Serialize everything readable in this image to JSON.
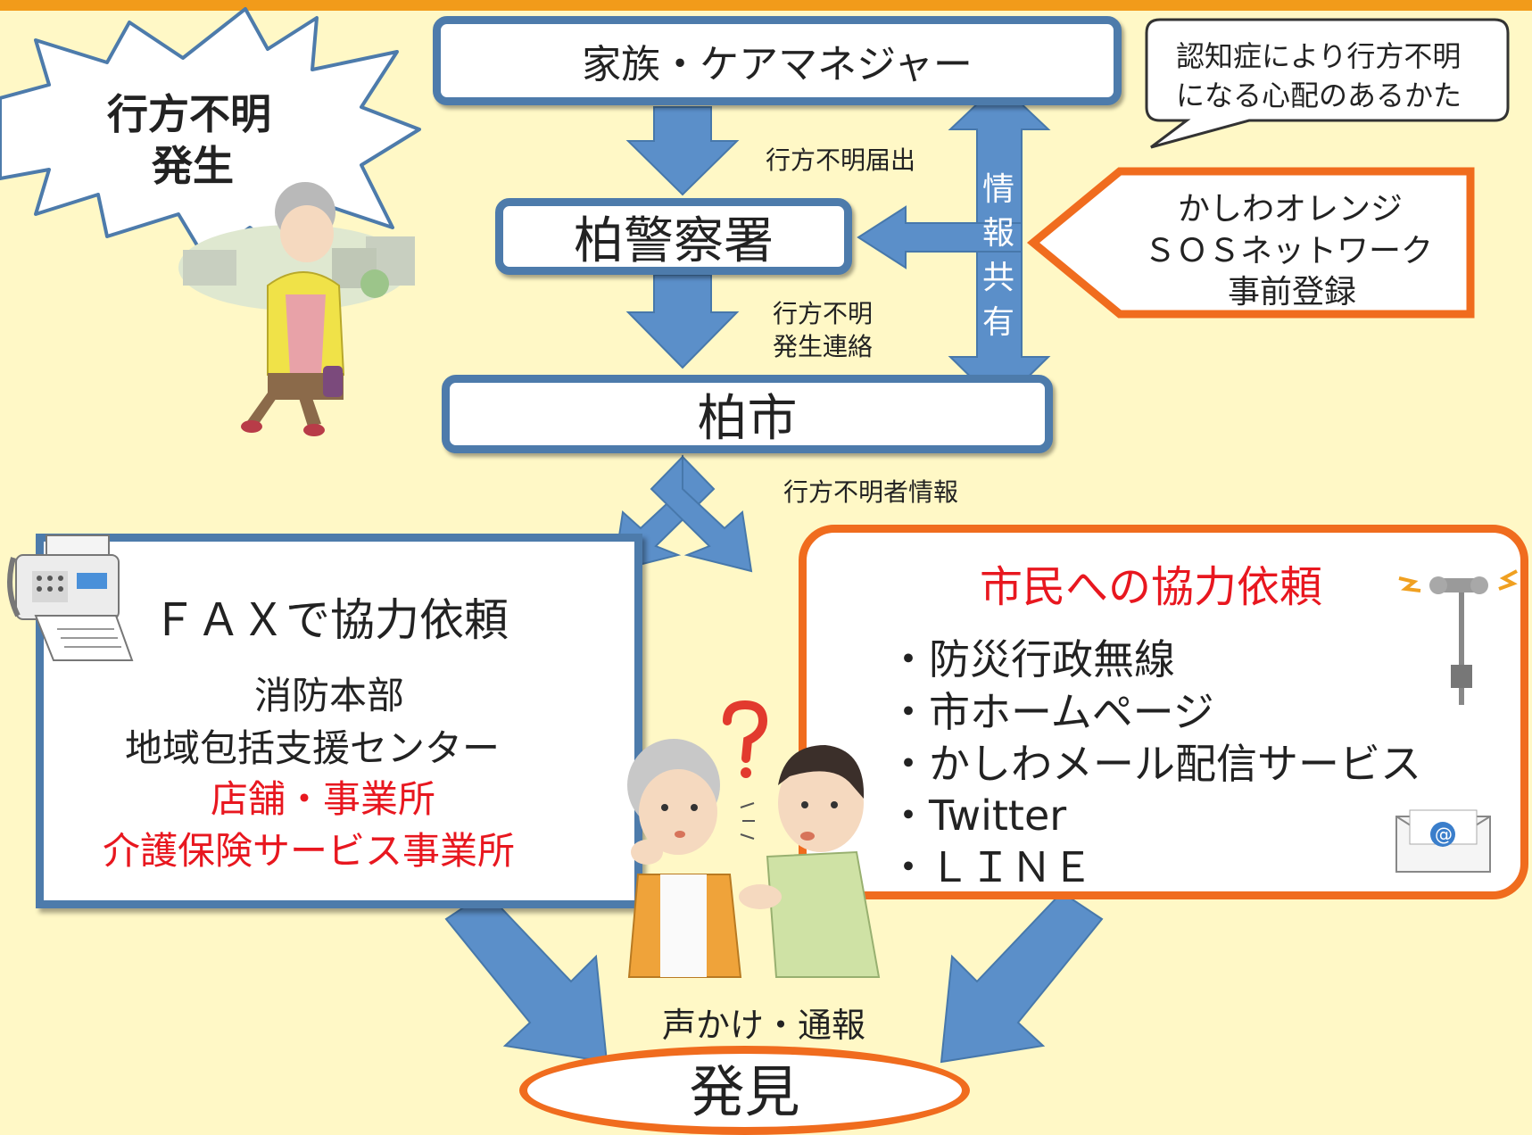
{
  "burst": {
    "line1": "行方不明",
    "line2": "発生"
  },
  "nodes": {
    "family": "家族・ケアマネジャー",
    "police": "柏警察署",
    "city": "柏市",
    "discovery": "発見"
  },
  "callout": {
    "line1": "認知症により行方不明",
    "line2": "になる心配のあるかた"
  },
  "sos": {
    "line1": "かしわオレンジ",
    "line2": "ＳＯＳネットワーク",
    "line3": "事前登録"
  },
  "edge_labels": {
    "report": "行方不明届出",
    "notify_line1": "行方不明",
    "notify_line2": "発生連絡",
    "share_chars": [
      "情",
      "報",
      "共",
      "有"
    ],
    "info": "行方不明者情報",
    "call": "声かけ・通報"
  },
  "fax": {
    "title": "ＦＡＸで協力依頼",
    "items": [
      "消防本部",
      "地域包括支援センター"
    ],
    "red_items": [
      "店舗・事業所",
      "介護保険サービス事業所"
    ]
  },
  "citizen": {
    "title": "市民への協力依頼",
    "items": [
      "・防災行政無線",
      "・市ホームページ",
      "・かしわメール配信サービス",
      "・Twitter",
      "・ＬＩＮＥ"
    ]
  },
  "colors": {
    "background": "#fff8c6",
    "blue": "#4d7bab",
    "arrow": "#5b8fc9",
    "orange": "#f06c1e",
    "red": "#e8171f",
    "topbar": "#f29b1a"
  },
  "icons": [
    "elderly-woman-walking-icon",
    "fax-machine-icon",
    "question-mark-icon",
    "worried-woman-icon",
    "man-talking-icon",
    "loudspeaker-icon",
    "email-icon"
  ]
}
